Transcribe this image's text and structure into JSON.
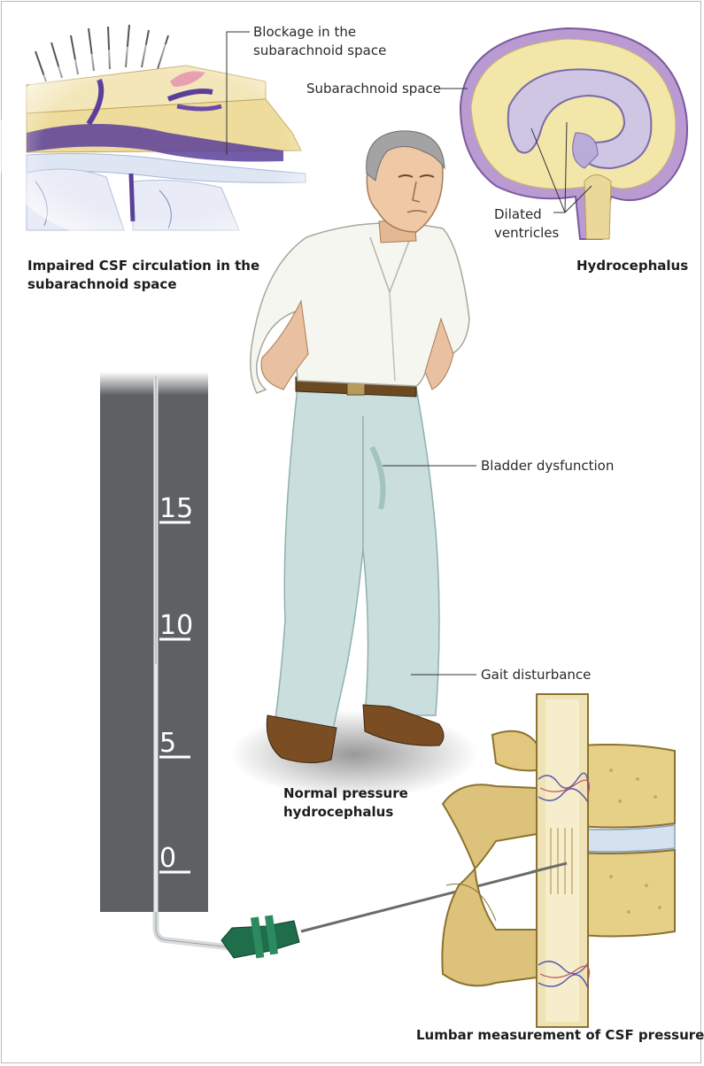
{
  "labels": {
    "blockage_line1": "Blockage in the",
    "blockage_line2": "subarachnoid space",
    "subarachnoid": "Subarachnoid space",
    "dilated_line1": "Dilated",
    "dilated_line2": "ventricles",
    "bladder": "Bladder dysfunction",
    "gait": "Gait disturbance"
  },
  "captions": {
    "impaired_line1": "Impaired CSF circulation in the",
    "impaired_line2": "subarachnoid space",
    "hydrocephalus": "Hydrocephalus",
    "nph_line1": "Normal pressure",
    "nph_line2": "hydrocephalus",
    "lumbar": "Lumbar measurement of CSF pressure"
  },
  "manometer": {
    "ticks": [
      "15",
      "10",
      "5",
      "0"
    ]
  },
  "colors": {
    "manometer_gray": "#5e6163",
    "csf_purple": "#5b3f9a",
    "bone_yellow": "#e6cf86",
    "needle_green": "#1f6d4a",
    "trouser_blue": "#c9dedd"
  }
}
